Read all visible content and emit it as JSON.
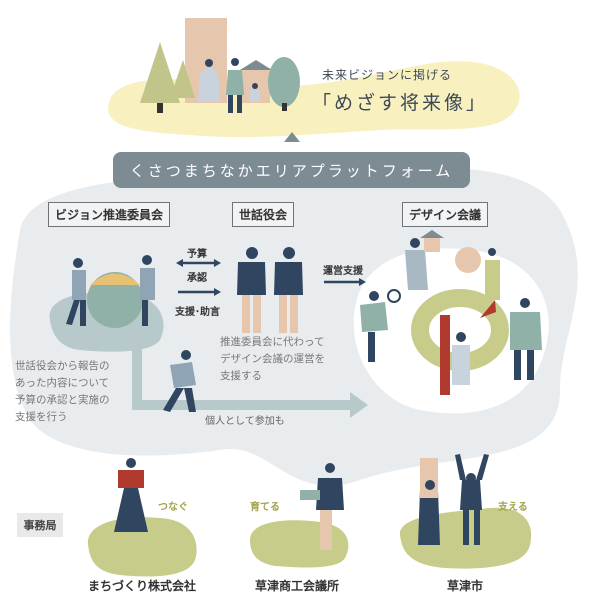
{
  "vision": {
    "subtitle": "未来ビジョンに掲げる",
    "title": "「めざす将来像」"
  },
  "platform": {
    "label": "くさつまちなかエリアプラットフォーム"
  },
  "groups": [
    {
      "label": "ビジョン推進委員会"
    },
    {
      "label": "世話役会"
    },
    {
      "label": "デザイン会議"
    }
  ],
  "arrows": {
    "budget": "予算",
    "approval": "承認",
    "support_advice": "支援･助言",
    "operation_support": "運営支援",
    "individual": "個人として参加も"
  },
  "notes": {
    "committee": [
      "世話役会から報告の",
      "あった内容について",
      "予算の承認と実施の",
      "支援を行う"
    ],
    "secretariat": [
      "推進委員会に代わって",
      "デザイン会議の運営を",
      "支援する"
    ]
  },
  "office": {
    "label": "事務局"
  },
  "members": [
    {
      "name": "まちづくり株式会社",
      "role": "つなぐ"
    },
    {
      "name": "草津商工会議所",
      "role": "育てる"
    },
    {
      "name": "草津市",
      "role": "支える"
    }
  ],
  "colors": {
    "navy": "#2f4560",
    "olive": "#c8cc8a",
    "teal": "#8fb1a7",
    "yellow": "#f8f1bf",
    "gray": "#e9ecee"
  }
}
